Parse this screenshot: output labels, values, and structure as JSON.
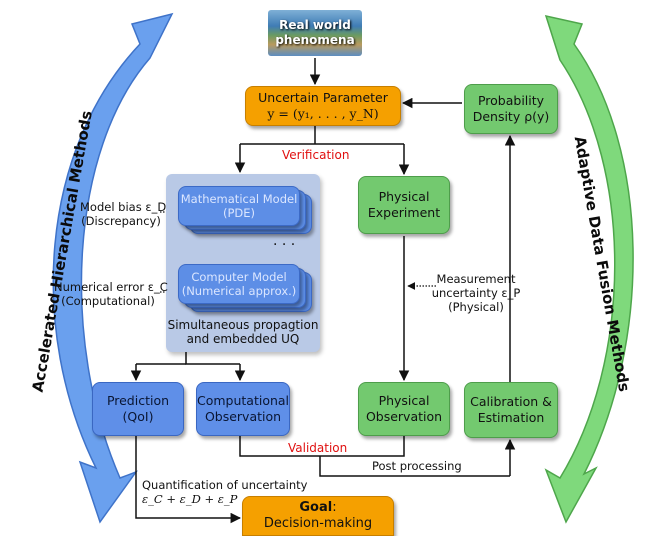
{
  "phenomena": {
    "line1": "Real world",
    "line2": "phenomena"
  },
  "uncertain": {
    "line1": "Uncertain Parameter",
    "line2": "y = (y₁, . . . , y_N)"
  },
  "probability": {
    "line1": "Probability",
    "line2": "Density ρ(y)"
  },
  "verification": "Verification",
  "validation": "Validation",
  "math_model": {
    "line1": "Mathematical Model",
    "line2": "(PDE)"
  },
  "dots": "· · ·",
  "computer_model": {
    "line1": "Computer Model",
    "line2": "(Numerical approx.)"
  },
  "panel_caption": {
    "line1": "Simultaneous propagtion",
    "line2": "and embedded UQ"
  },
  "model_bias": {
    "line1": "Model bias ε_D",
    "line2": "(Discrepancy)"
  },
  "numerical_error": {
    "line1": "Numerical error ε_C",
    "line2": "(Computational)"
  },
  "physical_experiment": {
    "line1": "Physical",
    "line2": "Experiment"
  },
  "measurement": {
    "line1": "Measurement",
    "line2": "uncertainty ε_P",
    "line3": "(Physical)"
  },
  "prediction": {
    "line1": "Prediction",
    "line2": "(QoI)"
  },
  "comp_observation": {
    "line1": "Computational",
    "line2": "Observation"
  },
  "phys_observation": {
    "line1": "Physical",
    "line2": "Observation"
  },
  "calibration": {
    "line1": "Calibration &",
    "line2": "Estimation"
  },
  "post_processing": "Post processing",
  "quantification": {
    "line1": "Quantification of uncertainty",
    "line2": "ε_C + ε_D + ε_P"
  },
  "goal": {
    "label": "Goal",
    "suffix": ":",
    "line2": "Decision-making"
  },
  "left_arc_label": "Accelerated Hierarchical Methods",
  "right_arc_label": "Adaptive Data Fusion Methods",
  "colors": {
    "orange": "#f5a000",
    "green": "#73c96f",
    "blue": "#5f8fe8",
    "left_arc": "#6aa0ee",
    "right_arc": "#7fd97c",
    "red_text": "#e01010"
  }
}
